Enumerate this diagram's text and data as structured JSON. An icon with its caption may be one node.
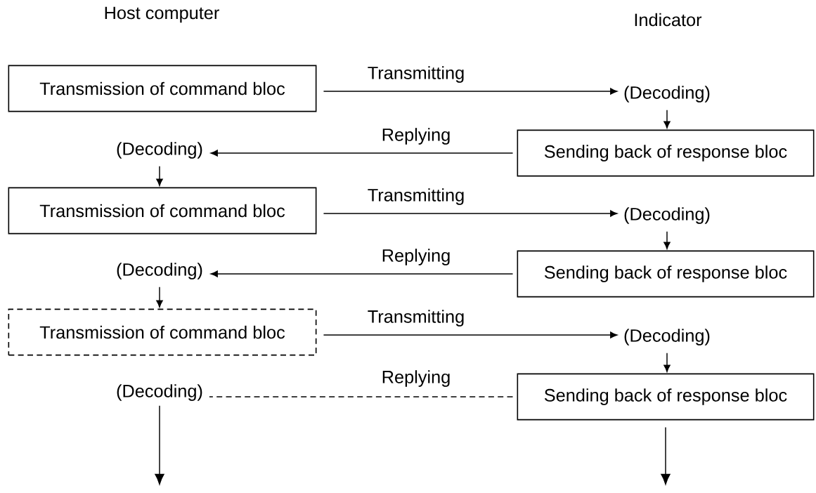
{
  "diagram": {
    "nodes": [
      {
        "text": [
          "Transmission of command bloc"
        ]
      },
      {
        "text": [
          "(Decoding)"
        ]
      },
      {
        "text": [
          "Sending back of response bloc"
        ]
      },
      {
        "text": [
          "(Decoding)"
        ]
      },
      {
        "text": [
          "Transmission of command bloc"
        ]
      },
      {
        "text": [
          "(Decoding)"
        ]
      },
      {
        "text": [
          "Sending back of response bloc"
        ]
      },
      {
        "text": [
          "(Decoding)"
        ]
      },
      {
        "text": [
          "Transmission of command bloc"
        ]
      },
      {
        "text": [
          "(Decoding)"
        ]
      },
      {
        "text": [
          "Sending back of response bloc"
        ]
      },
      {
        "text": [
          "(Decoding)"
        ]
      }
    ],
    "edges": [
      {
        "from": 0,
        "to": 1,
        "arrow": "to",
        "label": "Transmitting"
      },
      {
        "from": 1,
        "to": 2,
        "arrow": "to"
      },
      {
        "from": 2,
        "to": 3,
        "arrow": "to",
        "label": "Replying"
      },
      {
        "from": 3,
        "to": 4,
        "arrow": "to"
      },
      {
        "from": 4,
        "to": 5,
        "arrow": "to",
        "label": "Transmitting"
      },
      {
        "from": 5,
        "to": 6,
        "arrow": "to"
      },
      {
        "from": 6,
        "to": 7,
        "arrow": "to",
        "label": "Replying"
      },
      {
        "from": 7,
        "to": 8,
        "arrow": "to"
      },
      {
        "from": 8,
        "to": 9,
        "arrow": "to",
        "label": "Transmitting"
      },
      {
        "from": 9,
        "to": 10,
        "arrow": "to"
      },
      {
        "from": 10,
        "to": 11,
        "arrow": "none",
        "label": "Replying",
        "style": "dashed"
      },
      {
        "from": 11,
        "to": null,
        "arrow": "to"
      },
      {
        "from": 10,
        "to": null,
        "arrow": "to"
      }
    ],
    "labels": [
      "Host computer",
      "Indicator"
    ]
  }
}
